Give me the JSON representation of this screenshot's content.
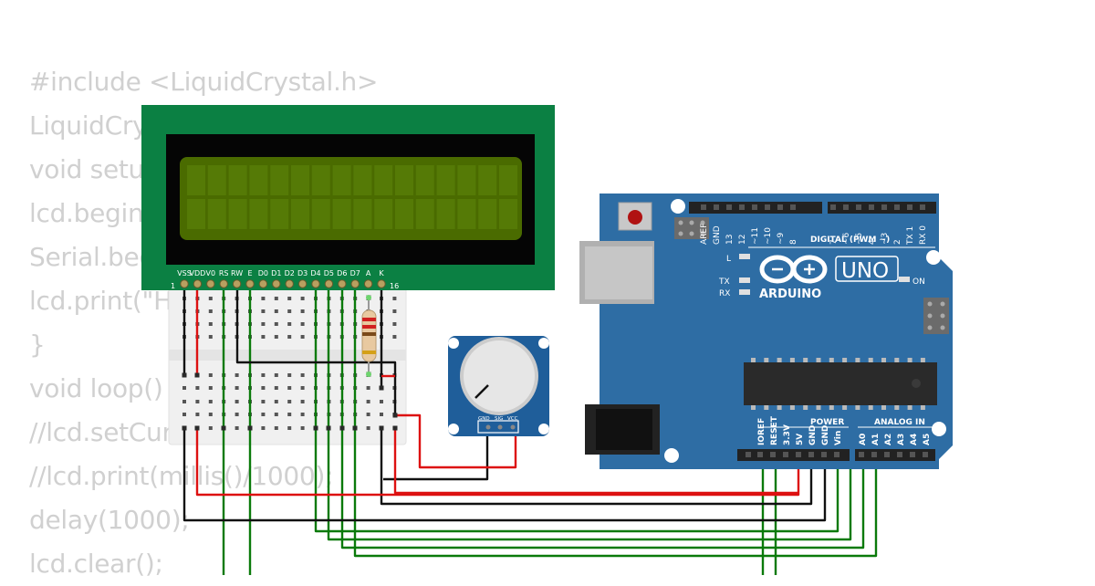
{
  "code_lines": [
    "#include <LiquidCrystal.h>",
    "LiquidCrystal lcd(RS E D4 D5 D5 D7.",
    "void setup() {",
    "lcd.begin(16, 2);",
    "Serial.begin(9600);",
    "lcd.print(\"Hello World\");",
    "}",
    "void loop() {",
    "//lcd.setCursor(0, 1);",
    "//lcd.print(millis()/1000);",
    "delay(1000);",
    "lcd.clear();"
  ],
  "lcd": {
    "pin_labels": [
      "VSS",
      "VDD",
      "V0",
      "RS",
      "RW",
      "E",
      "D0",
      "D1",
      "D2",
      "D3",
      "D4",
      "D5",
      "D6",
      "D7",
      "A",
      "K"
    ],
    "first_pin": "1",
    "last_pin": "16"
  },
  "pot": {
    "labels": [
      "GND",
      "SIG",
      "VCC"
    ]
  },
  "arduino": {
    "top_headers": [
      "AREF",
      "GND",
      "13",
      "12",
      "~11",
      "~10",
      "~9",
      "8",
      "7",
      "~6",
      "~5",
      "4",
      "~3",
      "2",
      "TX 1",
      "RX 0"
    ],
    "digital_label": "DIGITAL (PWM ~)",
    "power_label": "POWER",
    "analog_label": "ANALOG IN",
    "power_pins": [
      "IOREF",
      "RESET",
      "3.3V",
      "5V",
      "GND",
      "GND",
      "Vin"
    ],
    "analog_pins": [
      "A0",
      "A1",
      "A2",
      "A3",
      "A4",
      "A5"
    ],
    "brand": "ARDUINO",
    "model": "UNO",
    "led_l": "L",
    "led_tx": "TX",
    "led_rx": "RX",
    "on_label": "ON"
  },
  "colors": {
    "code_text": "#d0d0d0",
    "lcd_board": "#0b8043",
    "lcd_screen": "#4a6b00",
    "arduino_board": "#2e6da4",
    "wire_green": "#0a7a0a",
    "wire_red": "#dd1111",
    "wire_black": "#111111"
  }
}
